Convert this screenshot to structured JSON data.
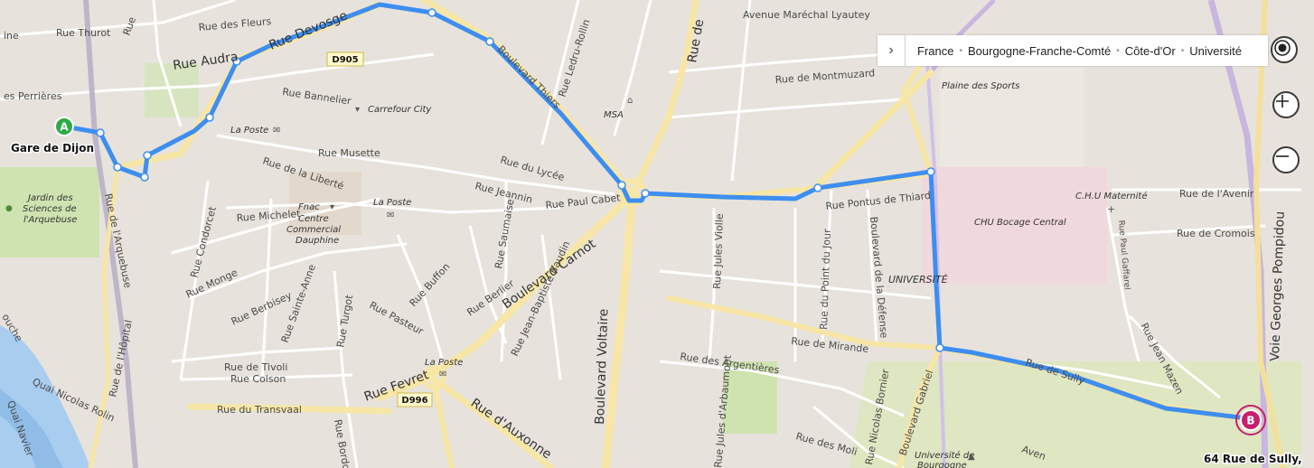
{
  "breadcrumb": {
    "items": [
      "France",
      "Bourgogne-Franche-Comté",
      "Côte-d'Or",
      "Université"
    ]
  },
  "markers": {
    "start": {
      "letter": "A",
      "label": "Gare de Dijon"
    },
    "end": {
      "letter": "B",
      "label": "64 Rue de Sully,"
    }
  },
  "roads": {
    "rue_thurot": "Rue Thurot",
    "rue_des_fleurs": "Rue des Fleurs",
    "rue_audra": "Rue Audra",
    "rue_devosge": "Rue Devosge",
    "ine": "ine",
    "perrieres": "es Perrières",
    "d905": "D905",
    "rue_bannelier": "Rue Bannelier",
    "rue_ledru_rollin": "Rue Ledru-Rollin",
    "boulevard_thiers": "Boulevard Thiers",
    "avenue_marechal_lyautey": "Avenue Maréchal Lyautey",
    "rue_de_montmuzard": "Rue de Montmuzard",
    "rue_musette": "Rue Musette",
    "rue_de_la_liberte": "Rue de la Liberté",
    "rue_du_lycee": "Rue du Lycée",
    "rue_jeannin": "Rue Jeannin",
    "rue_paul_cabet": "Rue Paul Cabet",
    "rue_michelet": "Rue Michelet",
    "rue_condorcet": "Rue Condorcet",
    "rue_de_l_arquebuse": "Rue de l'Arquebuse",
    "rue_monge": "Rue Monge",
    "rue_berbisey": "Rue Berbisey",
    "rue_sainte_anne": "Rue Sainte-Anne",
    "rue_turgot": "Rue Turgot",
    "rue_pasteur": "Rue Pasteur",
    "rue_buffon": "Rue Buffon",
    "rue_saumaise": "Rue Saumaise",
    "rue_berlier": "Rue Berlier",
    "boulevard_carnot": "Boulevard Carnot",
    "rue_jean_baptiste_baudin": "Rue Jean-Baptiste Baudin",
    "rue_jules_violle": "Rue Jules Violle",
    "boulevard_voltaire": "Boulevard Voltaire",
    "rue_pontus_de_thiard": "Rue Pontus de Thiard",
    "boulevard_de_la_defense": "Boulevard de la Défense",
    "rue_du_point_du_jour": "Rue du Point du Jour",
    "rue_de_mirande": "Rue de Mirande",
    "rue_des_argentieres": "Rue des Argentières",
    "rue_jules_d_arbaumont": "Rue Jules d'Arbaumont",
    "rue_nicolas_bornier": "Rue Nicolas Bornier",
    "boulevard_gabriel": "Boulevard Gabriel",
    "rue_de_sully": "Rue de Sully",
    "rue_de_tivoli": "Rue de Tivoli",
    "rue_colson": "Rue Colson",
    "rue_du_transvaal": "Rue du Transvaal",
    "rue_fevret": "Rue Fevret",
    "d996": "D996",
    "rue_d_auxonne": "Rue d'Auxonne",
    "rue_bordot": "Rue Bordot",
    "rue_de_l_hopital": "Rue de l'Hôpital",
    "quai_nicolas_rolin": "Quai Nicolas Rolin",
    "quai_navier": "Quai Navier",
    "rue_de_l_avenir": "Rue de l'Avenir",
    "rue_de_cromois": "Rue de Cromois",
    "rue_paul_gaffarel": "Rue Paul Gaffarel",
    "rue_jean_mazen": "Rue Jean Mazen",
    "voie_georges_pompidou": "Voie Georges Pompidou",
    "rue_des_moli": "Rue des Moli",
    "aven": "Aven",
    "rue_frag": "Rue",
    "rue_frag2": "Rue de",
    "ouche": "ouche"
  },
  "places": {
    "carrefour_city": "Carrefour City",
    "la_poste_1": "La Poste",
    "la_poste_2": "La Poste",
    "la_poste_3": "La Poste",
    "msa": "MSA",
    "fnac": "Fnac",
    "centre": "Centre",
    "commercial": "Commercial",
    "dauphine": "Dauphine",
    "jardin_1": "Jardin des",
    "jardin_2": "Sciences de",
    "jardin_3": "l'Arquebuse",
    "plaine_des_sports": "Plaine des Sports",
    "chu_maternite": "C.H.U Maternité",
    "chu_bocage": "CHU Bocage Central",
    "universite_area": "UNIVERSITÉ",
    "universite_de": "Université de",
    "bourgogne": "Bourgogne"
  },
  "colors": {
    "map_bg": "#e7e3dc",
    "route": "#3d8ef0",
    "marker_start": "#2eaa47",
    "marker_end": "#c6206e",
    "major_road": "#f7e6a6",
    "park": "#cfe3b0",
    "water": "#a9cdee",
    "hospital": "#f0d9dc",
    "railway": "#d6cfe6"
  },
  "icons": {
    "breadcrumb_expander": "chevron-right-icon",
    "locate": "locate-target-icon",
    "zoom_in": "plus-icon",
    "zoom_out": "minus-icon",
    "post_office": "envelope-icon",
    "shop": "shopping-cart-icon",
    "msa": "building-icon",
    "hospital": "medical-cross-icon",
    "university": "graduation-cap-icon"
  }
}
